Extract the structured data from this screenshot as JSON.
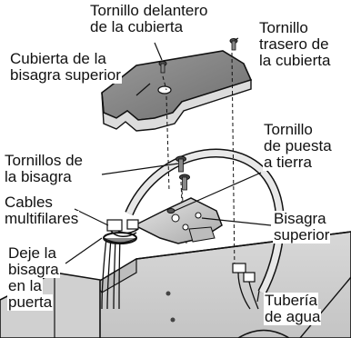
{
  "labels": {
    "front_cover_screw": [
      "Tornillo delantero",
      "de la cubierta"
    ],
    "rear_cover_screw": [
      "Tornillo",
      "trasero de",
      "la cubierta"
    ],
    "upper_hinge_cover": [
      "Cubierta de la",
      "bisagra superior"
    ],
    "hinge_screws": [
      "Tornillos de",
      "la bisagra"
    ],
    "ground_screw": [
      "Tornillo",
      "de puesta",
      "a tierra"
    ],
    "multiwire_cables": [
      "Cables",
      "multifilares"
    ],
    "upper_hinge": [
      "Bisagra",
      "superior"
    ],
    "leave_hinge_on_door": [
      "Deje la",
      "bisagra",
      "en la",
      "puerta"
    ],
    "water_tube": [
      "Tubería",
      "de agua"
    ]
  }
}
